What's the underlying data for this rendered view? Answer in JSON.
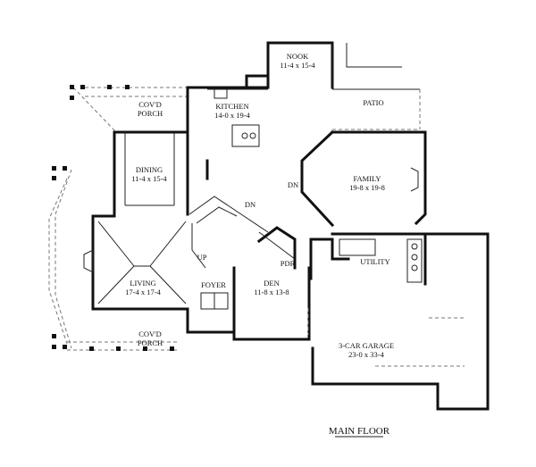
{
  "title": "MAIN FLOOR",
  "rooms": {
    "nook": {
      "name": "NOOK",
      "dims": "11-4 x 15-4"
    },
    "patio": {
      "name": "PATIO"
    },
    "covd_porch_top": {
      "line1": "COV'D",
      "line2": "PORCH"
    },
    "kitchen": {
      "name": "KITCHEN",
      "dims": "14-0 x 19-4"
    },
    "dining": {
      "name": "DINING",
      "dims": "11-4 x 15-4"
    },
    "family": {
      "name": "FAMILY",
      "dims": "19-8 x 19-8"
    },
    "living": {
      "name": "LIVING",
      "dims": "17-4 x 17-4"
    },
    "foyer": {
      "name": "FOYER"
    },
    "den": {
      "name": "DEN",
      "dims": "11-8 x 13-8"
    },
    "pdr": {
      "name": "PDR"
    },
    "utility": {
      "name": "UTILITY"
    },
    "garage": {
      "name": "3-CAR GARAGE",
      "dims": "23-0 x 33-4"
    },
    "covd_porch_bottom": {
      "line1": "COV'D",
      "line2": "PORCH"
    }
  },
  "stairs": {
    "dn_family": "DN",
    "dn_stair": "DN",
    "up": "UP"
  }
}
